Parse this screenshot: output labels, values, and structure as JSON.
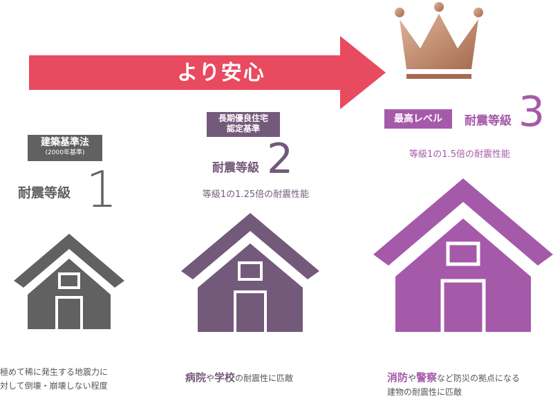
{
  "colors": {
    "arrow": "#e84a5f",
    "level1": "#616161",
    "level2": "#745a7a",
    "level3": "#a55aa9",
    "crown": "#c9906e"
  },
  "arrow": {
    "label": "より安心"
  },
  "level1": {
    "badge_line1": "建築基準法",
    "badge_line2": "(2000年基準)",
    "label": "耐震等級",
    "number": "1",
    "desc_line1": "極めて稀に発生する地震力に",
    "desc_line2": "対して倒壊・崩壊しない程度"
  },
  "level2": {
    "badge_line1": "長期優良住宅",
    "badge_line2": "認定基準",
    "label": "耐震等級",
    "number": "2",
    "performance": "等級1の1.25倍の耐震性能",
    "desc_hl1": "病院",
    "desc_mid": "や",
    "desc_hl2": "学校",
    "desc_rest": "の耐震性に匹敵"
  },
  "level3": {
    "badge": "最高レベル",
    "label": "耐震等級",
    "number": "3",
    "performance": "等級1の1.5倍の耐震性能",
    "desc_hl1": "消防",
    "desc_mid": "や",
    "desc_hl2": "警察",
    "desc_rest": "など防災の拠点になる",
    "desc_line2": "建物の耐震性に匹敵"
  },
  "icons": {
    "crown": "crown-icon",
    "house": "house-icon"
  }
}
